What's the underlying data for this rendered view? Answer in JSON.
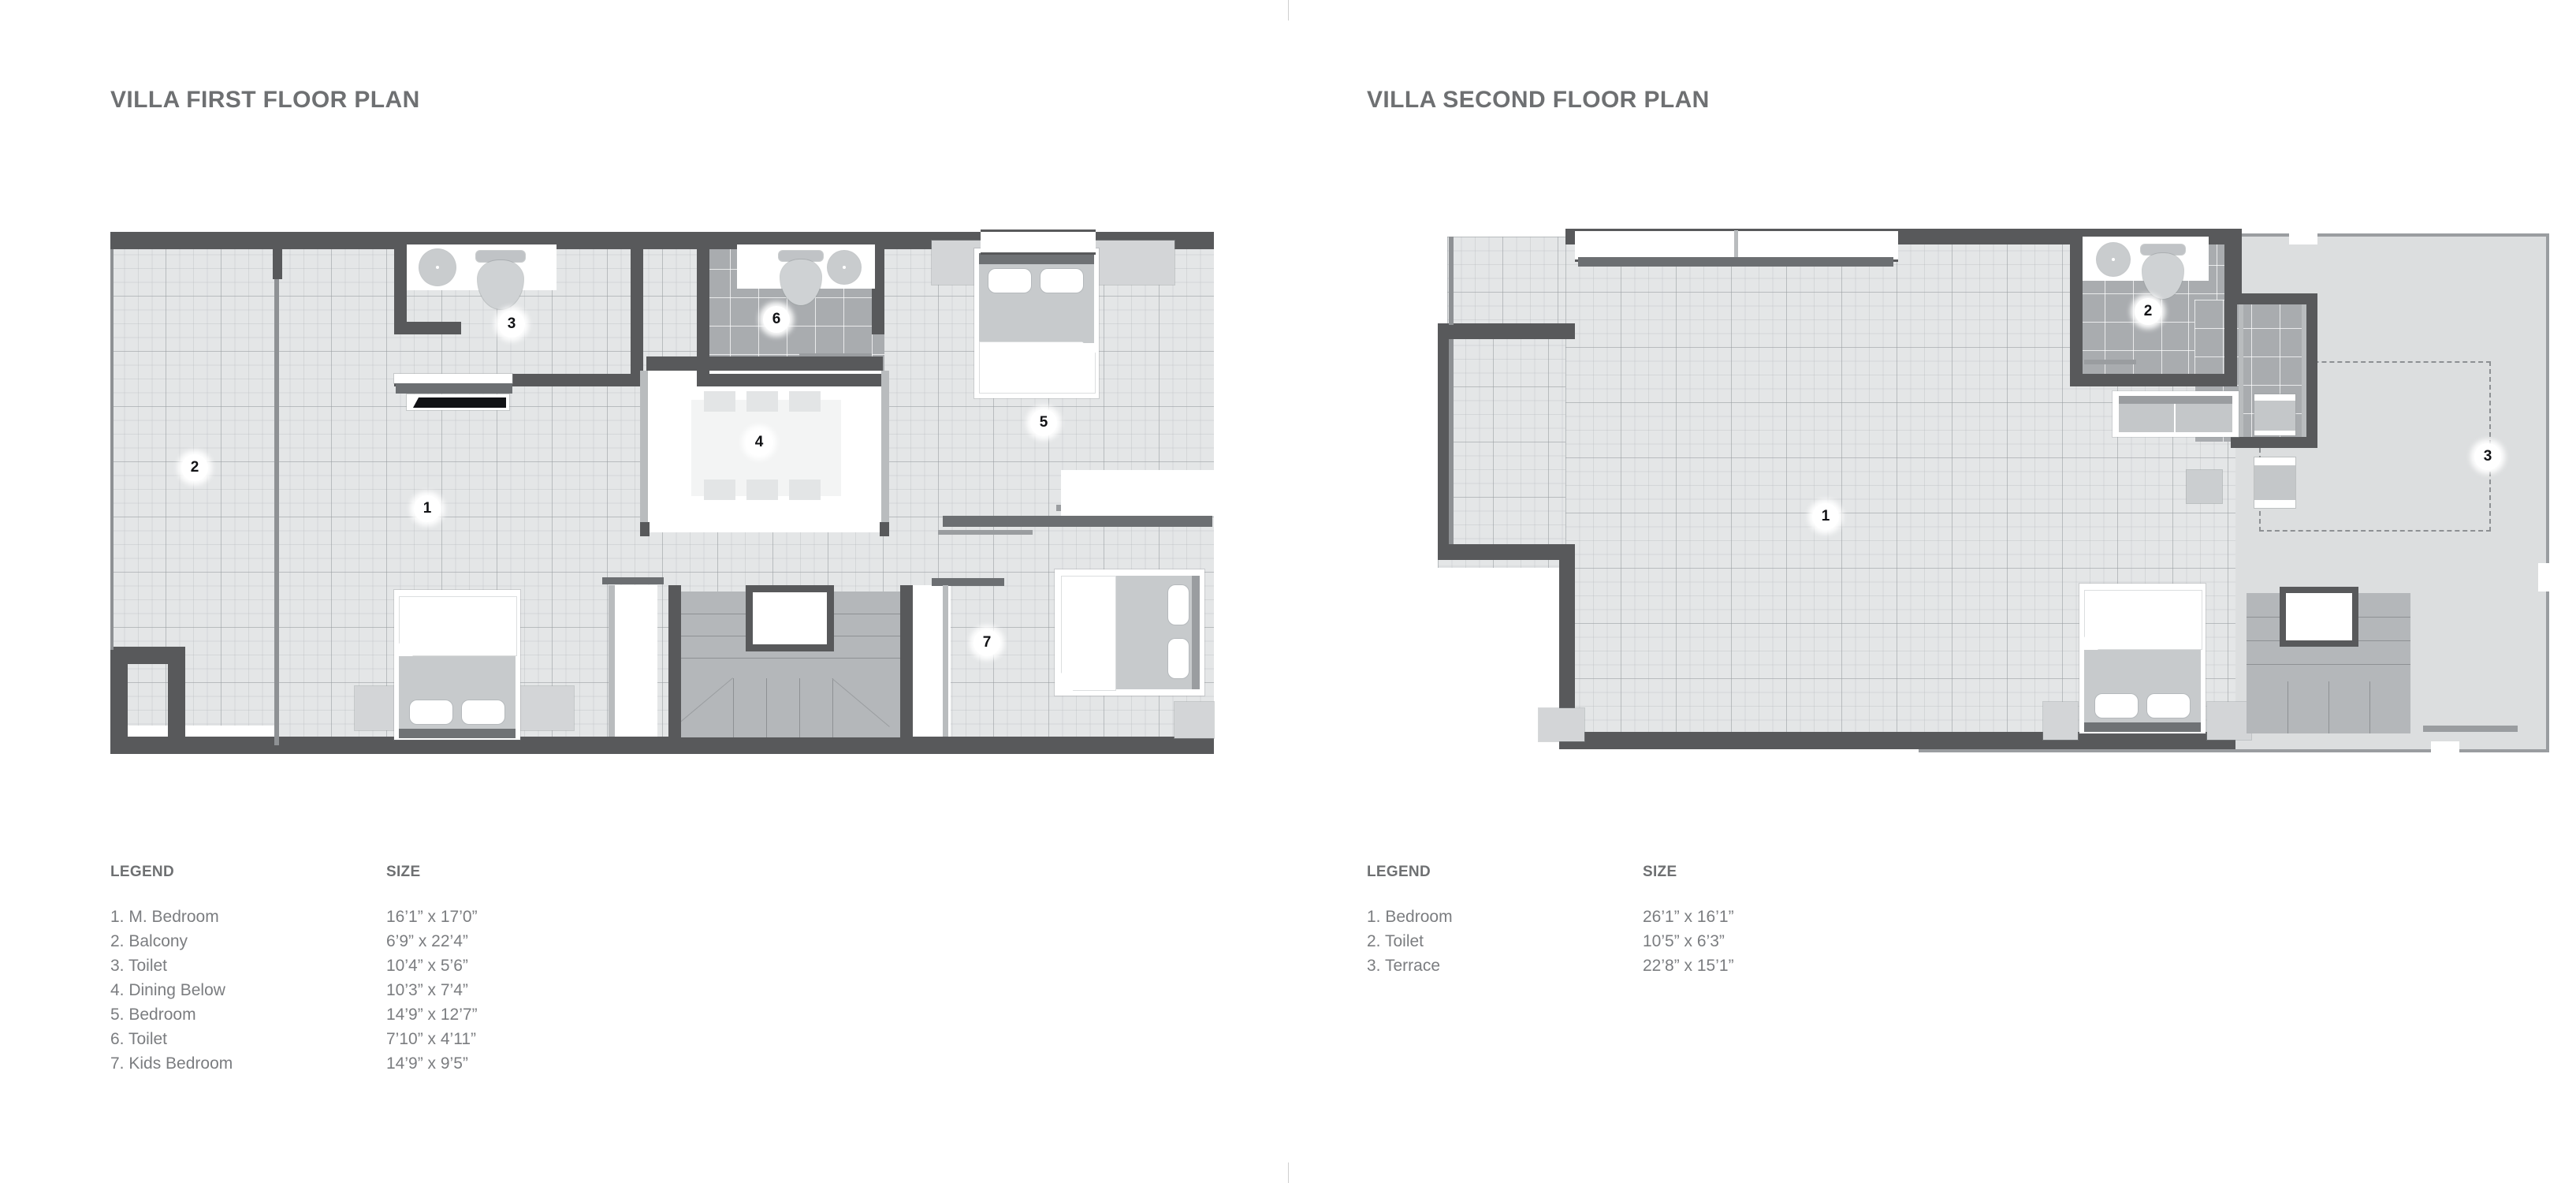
{
  "floor1": {
    "title": "VILLA FIRST FLOOR PLAN",
    "legend_header": "LEGEND",
    "size_header": "SIZE",
    "rooms": [
      {
        "num": "1",
        "name": "1. M. Bedroom",
        "size": "16’1” x 17’0”"
      },
      {
        "num": "2",
        "name": "2. Balcony",
        "size": "6’9” x 22’4”"
      },
      {
        "num": "3",
        "name": "3. Toilet",
        "size": "10’4” x 5’6”"
      },
      {
        "num": "4",
        "name": "4. Dining Below",
        "size": "10’3” x 7’4”"
      },
      {
        "num": "5",
        "name": "5. Bedroom",
        "size": "14’9” x 12’7”"
      },
      {
        "num": "6",
        "name": "6. Toilet",
        "size": "7’10” x 4’11”"
      },
      {
        "num": "7",
        "name": "7. Kids Bedroom",
        "size": "14’9” x 9’5”"
      }
    ],
    "badges": [
      "2",
      "3",
      "1",
      "6",
      "4",
      "5",
      "7"
    ]
  },
  "floor2": {
    "title": "VILLA SECOND FLOOR PLAN",
    "legend_header": "LEGEND",
    "size_header": "SIZE",
    "rooms": [
      {
        "num": "1",
        "name": "1. Bedroom",
        "size": "26’1” x 16’1”"
      },
      {
        "num": "2",
        "name": "2. Toilet",
        "size": "10’5” x 6’3”"
      },
      {
        "num": "3",
        "name": "3. Terrace",
        "size": "22’8” x 15’1”"
      }
    ],
    "badges": [
      "2",
      "1",
      "3"
    ]
  },
  "colors": {
    "wall": "#58595b",
    "title_text": "#6e7072",
    "body_text": "#7b7d80",
    "floor_tile": "#e4e6e7",
    "floor_dark": "#a9acaf",
    "terrace": "#dcdedf",
    "background": "#ffffff"
  }
}
